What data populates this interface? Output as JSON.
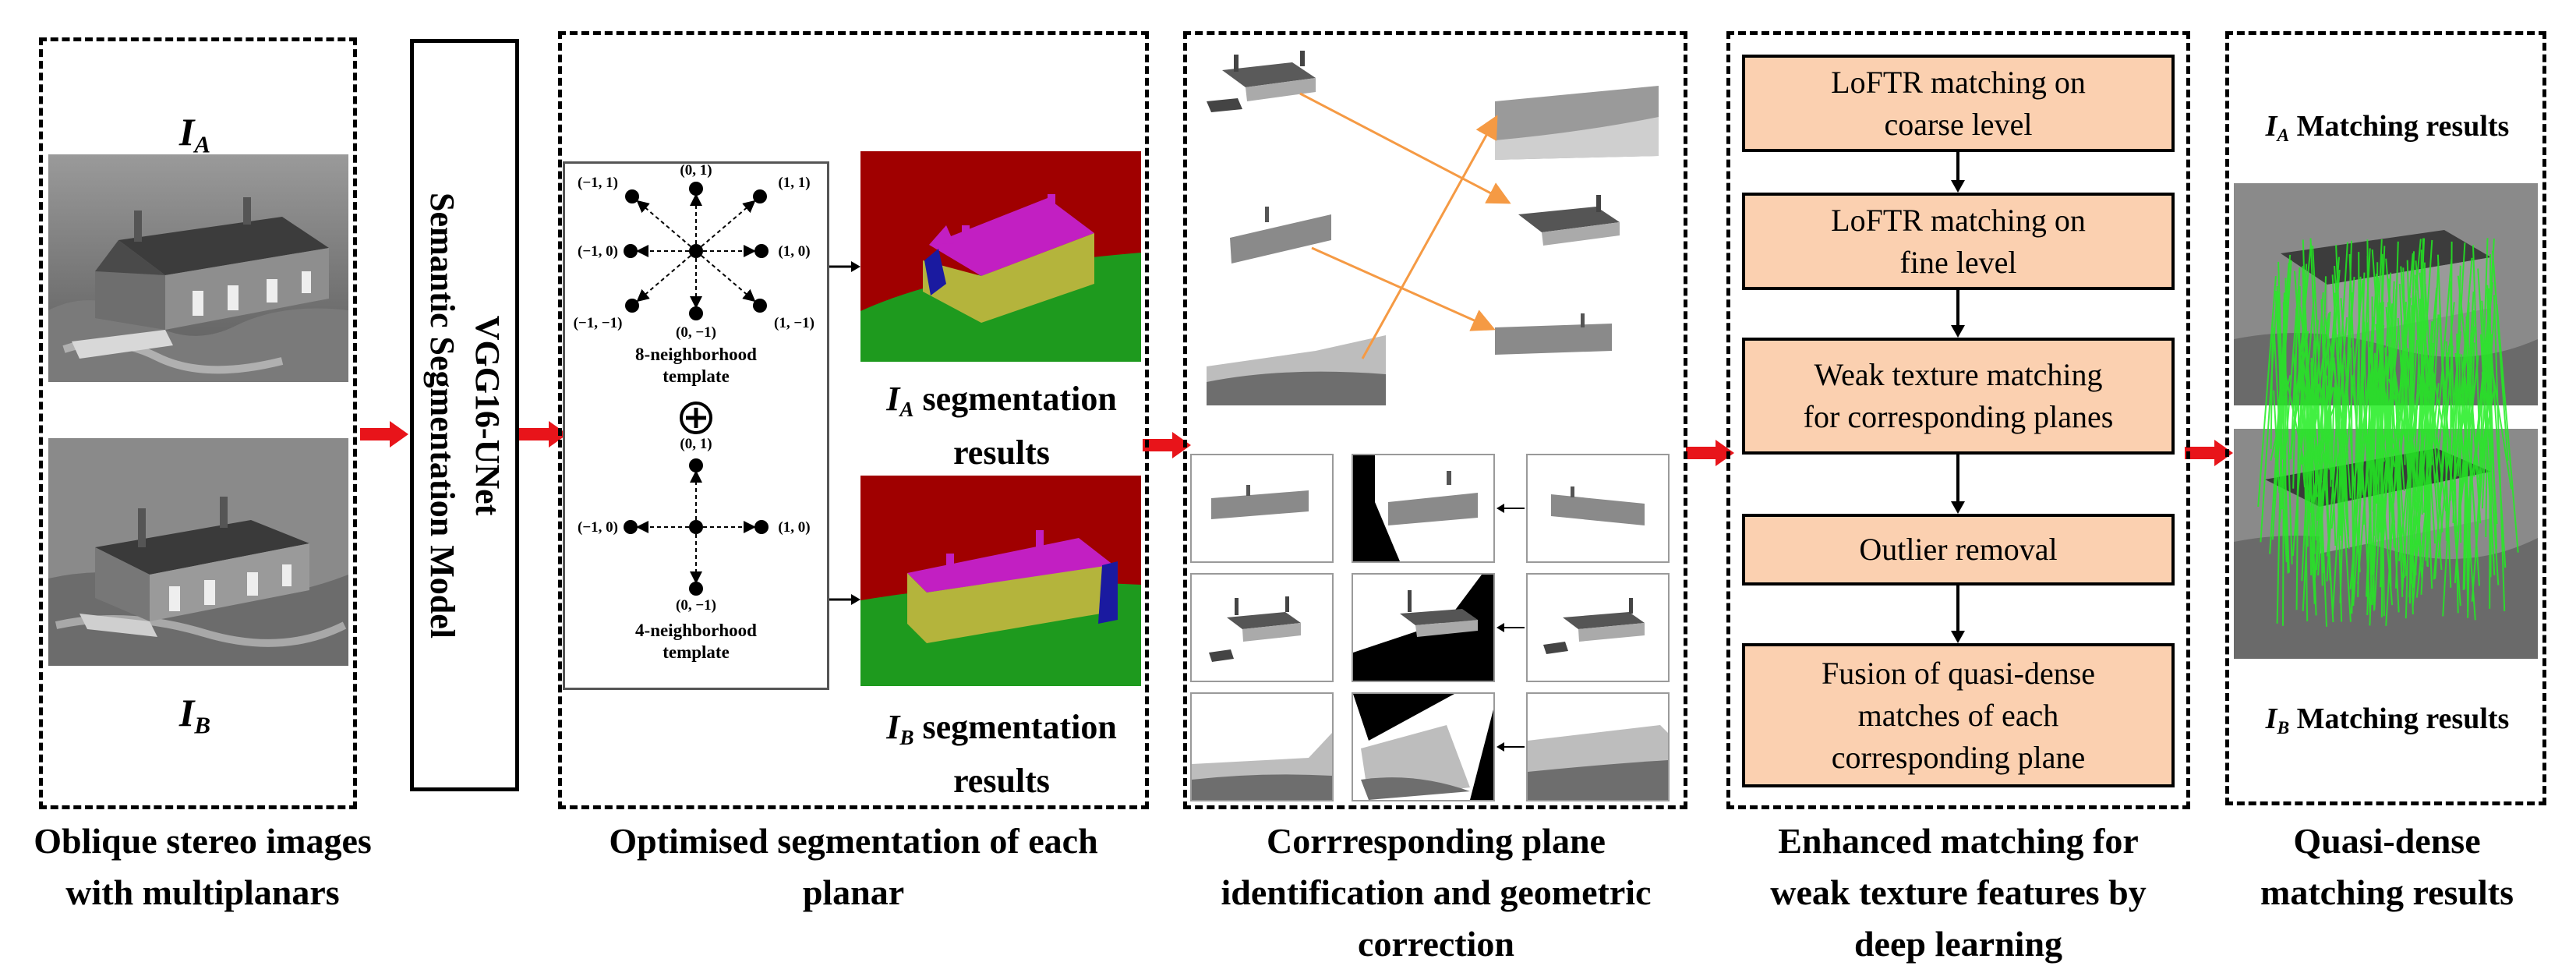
{
  "stage1": {
    "label_a_letter": "I",
    "label_a_sub": "A",
    "label_b_letter": "I",
    "label_b_sub": "B",
    "caption_line1": "Oblique stereo images",
    "caption_line2": "with multiplanars"
  },
  "stage2": {
    "model_line1": "VGG16-UNet",
    "model_line2": "Semantic Segmentation Model"
  },
  "stage3": {
    "template8_label_line1": "8-neighborhood",
    "template8_label_line2": "template",
    "template4_label_line1": "4-neighborhood",
    "template4_label_line2": "template",
    "coords8": [
      "(−1, 1)",
      "(0, 1)",
      "(1, 1)",
      "(−1, 0)",
      "(1, 0)",
      "(−1, −1)",
      "(0, −1)",
      "(1, −1)"
    ],
    "coords4": [
      "(0, 1)",
      "(−1, 0)",
      "(1, 0)",
      "(0, −1)"
    ],
    "seg_a_letter": "I",
    "seg_a_sub": "A",
    "seg_a_text": " segmentation",
    "seg_a_line2": "results",
    "seg_b_letter": "I",
    "seg_b_sub": "B",
    "seg_b_text": " segmentation",
    "seg_b_line2": "results",
    "caption_line1": "Optimised segmentation of each",
    "caption_line2": "planar"
  },
  "stage4": {
    "caption_line1": "Corrresponding plane",
    "caption_line2": "identification and geometric",
    "caption_line3": "correction"
  },
  "stage5": {
    "steps": [
      {
        "line1": "LoFTR matching on",
        "line2": "coarse level"
      },
      {
        "line1": "LoFTR matching on",
        "line2": "fine level"
      },
      {
        "line1": "Weak texture matching",
        "line2": "for corresponding planes"
      },
      {
        "line1": "Outlier removal",
        "line2": ""
      },
      {
        "line1": "Fusion of quasi-dense",
        "line2": "matches of each",
        "line3": "corresponding plane"
      }
    ],
    "caption_line1": "Enhanced matching for",
    "caption_line2": "weak texture features by",
    "caption_line3": "deep learning"
  },
  "stage6": {
    "label_a_letter": "I",
    "label_a_sub": "A",
    "label_a_text": " Matching results",
    "label_b_letter": "I",
    "label_b_sub": "B",
    "label_b_text": " Matching results",
    "caption_line1": "Quasi-dense",
    "caption_line2": "matching results"
  },
  "colors": {
    "flow_box_fill": "#fbd0b0",
    "red_arrow": "#e8141a",
    "seg_roof": "#c21fc2",
    "seg_wall": "#b4b43c",
    "seg_side": "#1a1aa0",
    "seg_sky": "#a00000",
    "seg_ground": "#1e9a1e",
    "match_lines": "#22ee22",
    "orange_arrow": "#f59a44"
  }
}
